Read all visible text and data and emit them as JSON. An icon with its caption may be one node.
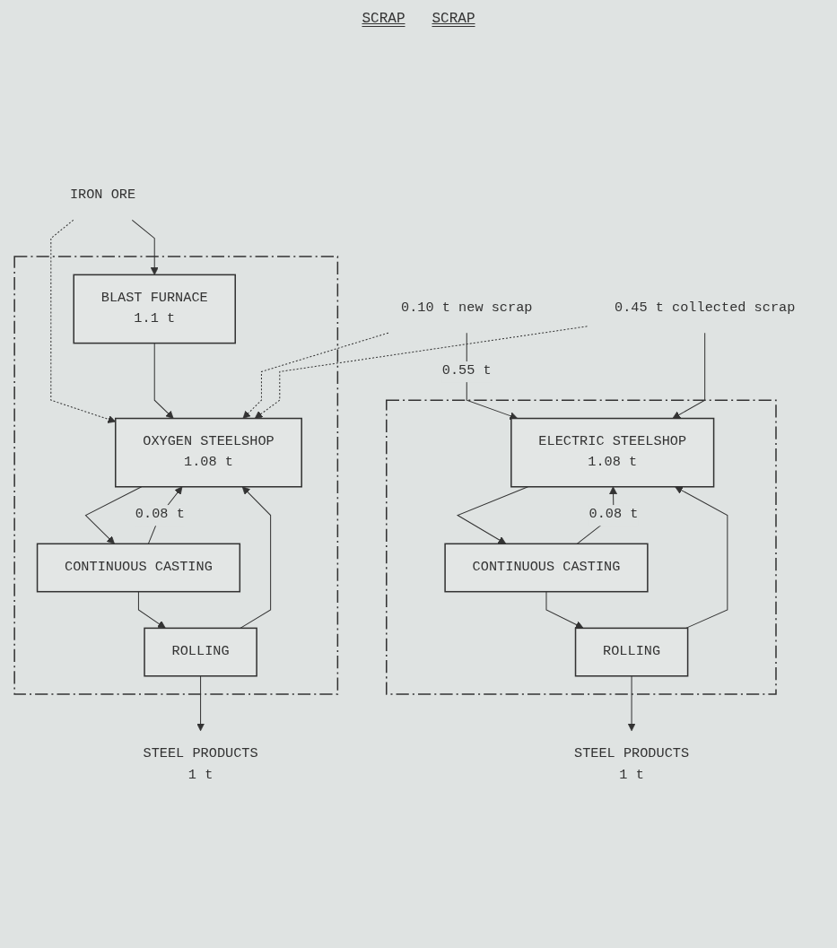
{
  "diagram": {
    "nodes": [
      {
        "text": [
          "IRON ORE"
        ]
      },
      {
        "text": [],
        "shape": "box"
      },
      {
        "text": [
          "BLAST FURNACE",
          "1.1 t"
        ],
        "in": 1
      },
      {
        "text": [
          "OXYGEN STEELSHOP",
          "1.08 t"
        ],
        "in": 1
      },
      {
        "text": [
          "CONTINUOUS CASTING"
        ],
        "in": 1
      },
      {
        "text": [
          "ROLLING"
        ],
        "in": 1
      },
      {
        "text": [
          "STEEL PRODUCTS",
          "1 t"
        ]
      },
      {
        "text": [],
        "shape": "box"
      },
      {
        "text": [
          "ELECTRIC STEELSHOP",
          "1.08 t"
        ],
        "in": 7
      },
      {
        "text": [
          "CONTINUOUS CASTING"
        ],
        "in": 7
      },
      {
        "text": [
          "ROLLING"
        ],
        "in": 7
      },
      {
        "text": [
          "STEEL PRODUCTS",
          "1 t"
        ]
      },
      {
        "text": [
          "0.10 t new scrap"
        ]
      },
      {
        "text": [
          "0.45 t collected scrap"
        ]
      }
    ],
    "edges": [
      {
        "from": 0,
        "to": 2,
        "arrow": "to"
      },
      {
        "from": 0,
        "to": 3,
        "arrow": "to",
        "style": "dashed"
      },
      {
        "from": 2,
        "to": 3,
        "arrow": "to"
      },
      {
        "from": 4,
        "to": 3,
        "arrow": "to",
        "label": "0.08 t"
      },
      {
        "from": 5,
        "to": 3,
        "arrow": "to"
      },
      {
        "from": 3,
        "to": 4,
        "arrow": "to"
      },
      {
        "from": 4,
        "to": 5,
        "arrow": "to"
      },
      {
        "from": 5,
        "to": 6,
        "arrow": "to"
      },
      {
        "from": 12,
        "to": 8,
        "arrow": "to",
        "label": "0.55 t"
      },
      {
        "from": 13,
        "to": 8,
        "arrow": "to"
      },
      {
        "from": 12,
        "to": 3,
        "arrow": "to",
        "style": "dashed"
      },
      {
        "from": 13,
        "to": 3,
        "arrow": "to",
        "style": "dashed"
      },
      {
        "from": 9,
        "to": 8,
        "arrow": "to",
        "label": "0.08 t"
      },
      {
        "from": 10,
        "to": 8,
        "arrow": "to"
      },
      {
        "from": 8,
        "to": 9,
        "arrow": "to"
      },
      {
        "from": 9,
        "to": 10,
        "arrow": "to"
      },
      {
        "from": 10,
        "to": 11,
        "arrow": "to"
      }
    ],
    "labels": [
      "SCRAP",
      "SCRAP"
    ]
  }
}
